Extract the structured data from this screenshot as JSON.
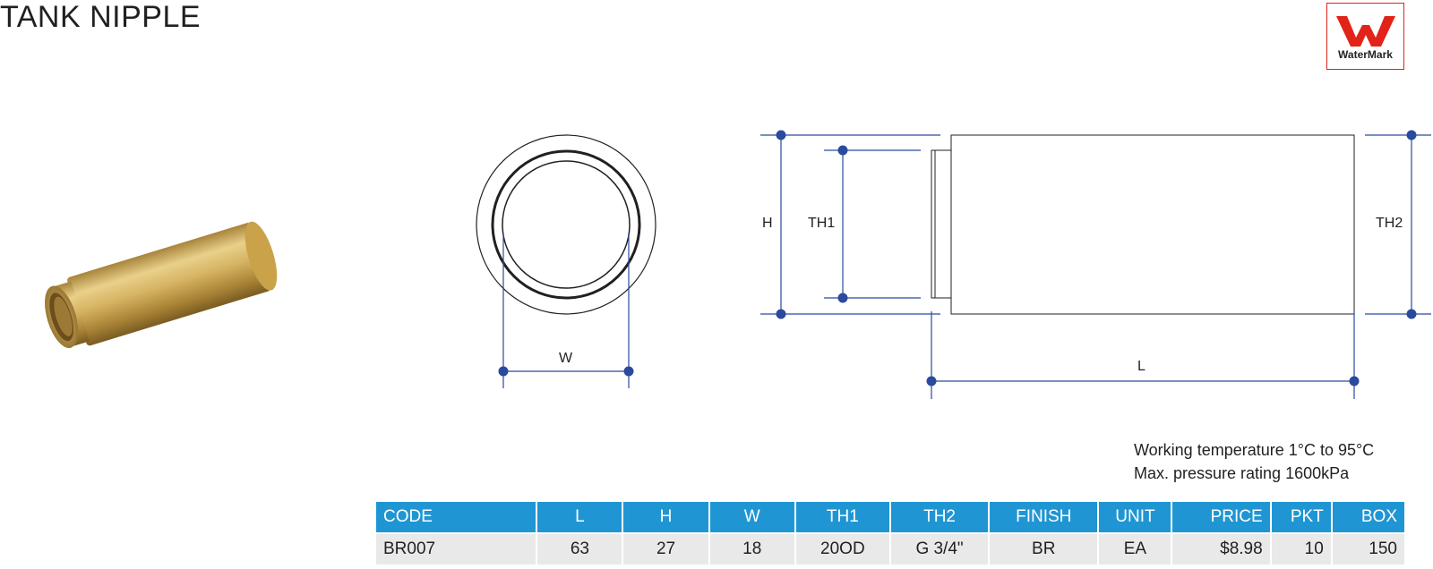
{
  "title": "TANK NIPPLE",
  "logo": {
    "text": "WaterMark",
    "color": "#e2231a"
  },
  "dimension_labels": {
    "w": "W",
    "h": "H",
    "th1": "TH1",
    "th2": "TH2",
    "l": "L"
  },
  "notes": {
    "line1": "Working temperature 1°C to 95°C",
    "line2": "Max. pressure rating 1600kPa"
  },
  "table": {
    "headers": [
      "CODE",
      "L",
      "H",
      "W",
      "TH1",
      "TH2",
      "FINISH",
      "UNIT",
      "PRICE",
      "PKT",
      "BOX"
    ],
    "rows": [
      [
        "BR007",
        "63",
        "27",
        "18",
        "20OD",
        "G 3/4\"",
        "BR",
        "EA",
        "$8.98",
        "10",
        "150"
      ]
    ]
  },
  "colors": {
    "header_bg": "#1f96d3",
    "row_bg": "#e9e9ea",
    "dimension_line": "#2a4a9e",
    "brass": "#c9a24a"
  },
  "icons": [
    "watermark-logo-icon",
    "tank-nipple-product-image"
  ]
}
